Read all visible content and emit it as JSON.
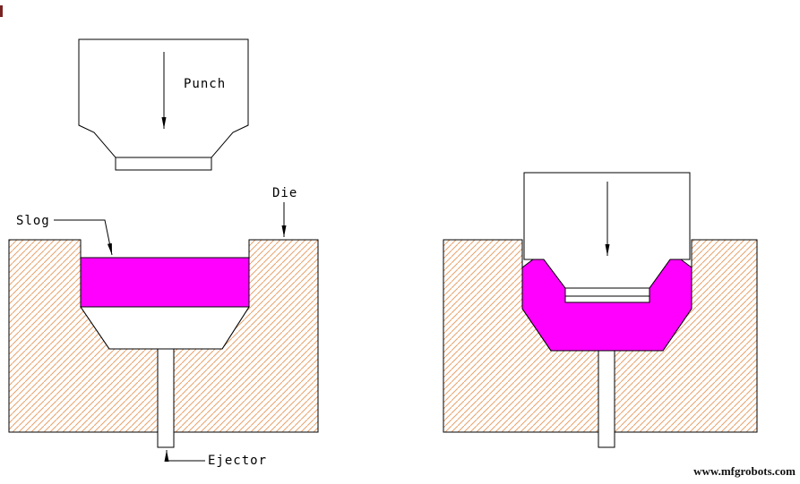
{
  "colors": {
    "hatch_line": "#E8A26B",
    "workpiece": "#FF00FF",
    "outline": "#000000"
  },
  "labels": {
    "punch": "Punch",
    "slug": "Slog",
    "die": "Die",
    "ejector": "Ejector"
  },
  "watermark": "www.mfgrobots.com"
}
